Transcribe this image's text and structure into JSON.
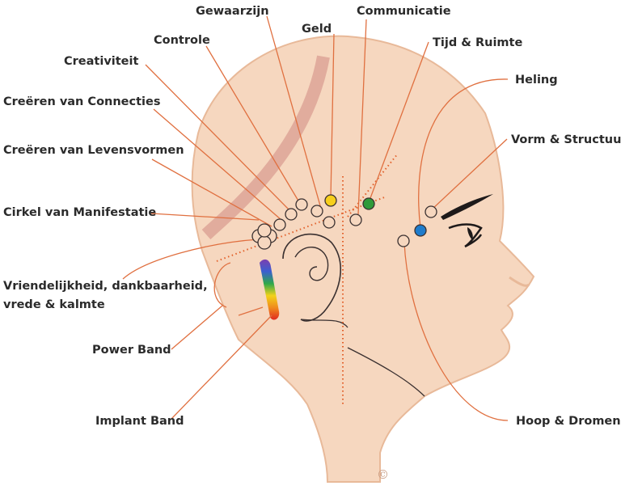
{
  "labels": {
    "gewaarzijn": "Gewaarzijn",
    "communicatie": "Communicatie",
    "geld": "Geld",
    "controle": "Controle",
    "tijd_ruimte": "Tijd & Ruimte",
    "creativiteit": "Creativiteit",
    "heling": "Heling",
    "creeren_connecties": "Creëren van Connecties",
    "vorm_structuur": "Vorm & Structuur",
    "creeren_levensvormen": "Creëren van Levensvormen",
    "cirkel_manifestatie": "Cirkel van Manifestatie",
    "vriendelijkheid_line1": "Vriendelijkheid, dankbaarheid,",
    "vriendelijkheid_line2": "vrede & kalmte",
    "power_band": "Power Band",
    "implant_band": "Implant Band",
    "hoop_dromen": "Hoop & Dromen"
  },
  "copyright": "©",
  "colors": {
    "skin": "#f6d7bf",
    "outline": "#e8b999",
    "leader": "#e07040",
    "geld_point": "#f7cf1c",
    "communicatie_point": "#2f9a3a",
    "heling_point": "#1f7ccc"
  }
}
